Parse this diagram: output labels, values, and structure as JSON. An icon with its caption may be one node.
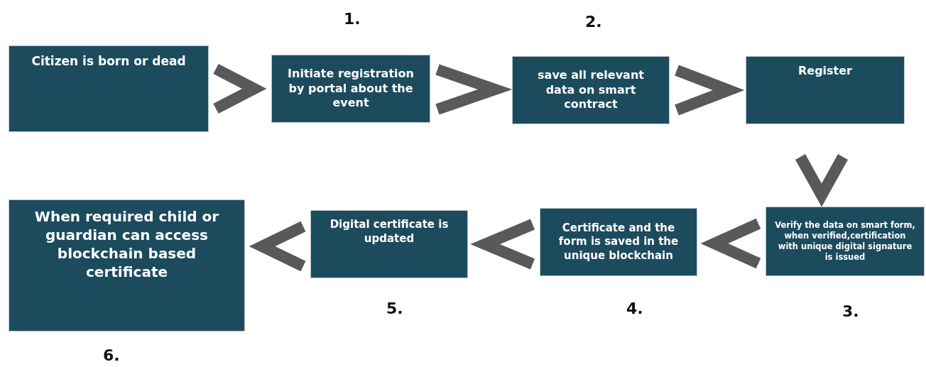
{
  "diagram": {
    "nodes": [
      {
        "text": [
          "Citizen is born or dead"
        ]
      },
      {
        "text": [
          "Initiate registration by portal about the event"
        ]
      },
      {
        "text": [
          "save all relevant data on smart contract"
        ]
      },
      {
        "text": [
          "Register"
        ]
      },
      {
        "text": [
          "Verify the data on smart form, when verified,certification with unique digital signature is issued"
        ]
      },
      {
        "text": [
          "Certificate and the form is saved in the unique blockchain"
        ]
      },
      {
        "text": [
          "Digital certificate is updated"
        ]
      },
      {
        "text": [
          "When required child or guardian can access blockchain based certificate"
        ]
      }
    ],
    "edges": [
      {
        "from": 0,
        "to": 1,
        "arrow": "to"
      },
      {
        "from": 1,
        "to": 2,
        "arrow": "to"
      },
      {
        "from": 2,
        "to": 3,
        "arrow": "to"
      },
      {
        "from": 3,
        "to": 4,
        "arrow": "to"
      },
      {
        "from": 4,
        "to": 5,
        "arrow": "to"
      },
      {
        "from": 5,
        "to": 6,
        "arrow": "to"
      },
      {
        "from": 6,
        "to": 7,
        "arrow": "to"
      }
    ],
    "labels": [
      "1.",
      "2.",
      "5.",
      "4.",
      "3.",
      "6."
    ]
  }
}
